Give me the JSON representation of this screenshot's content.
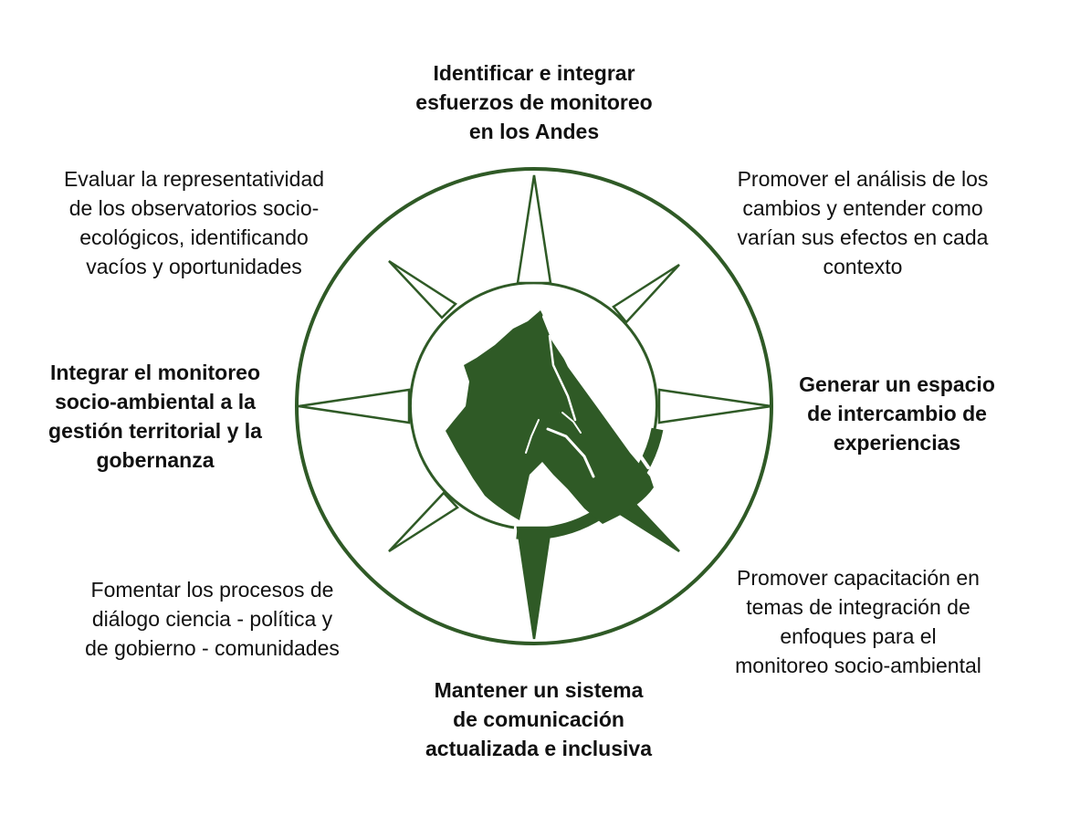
{
  "colors": {
    "accent": "#2f5a26",
    "text": "#111111",
    "background": "#ffffff"
  },
  "diagram": {
    "center_icon": "mountain-icon",
    "frame_icon": "compass-rose-icon",
    "labels": {
      "north": "Identificar e integrar\nesfuerzos de monitoreo\nen los Andes",
      "northeast": "Promover el análisis de los\ncambios y entender como\nvarían sus efectos en cada\ncontexto",
      "east": "Generar un espacio\nde intercambio de\nexperiencias",
      "southeast": "Promover capacitación en\ntemas de integración de\nenfoques para el\nmonitoreo socio-ambiental",
      "south": "Mantener un sistema\nde comunicación\nactualizada e inclusiva",
      "southwest": "Fomentar los procesos de\ndiálogo ciencia - política y\nde gobierno - comunidades",
      "west": "Integrar el monitoreo\nsocio-ambiental a la\ngestión territorial y la\ngobernanza",
      "northwest": "Evaluar la representatividad\nde los observatorios socio-\necológicos, identificando\nvacíos y oportunidades"
    }
  }
}
